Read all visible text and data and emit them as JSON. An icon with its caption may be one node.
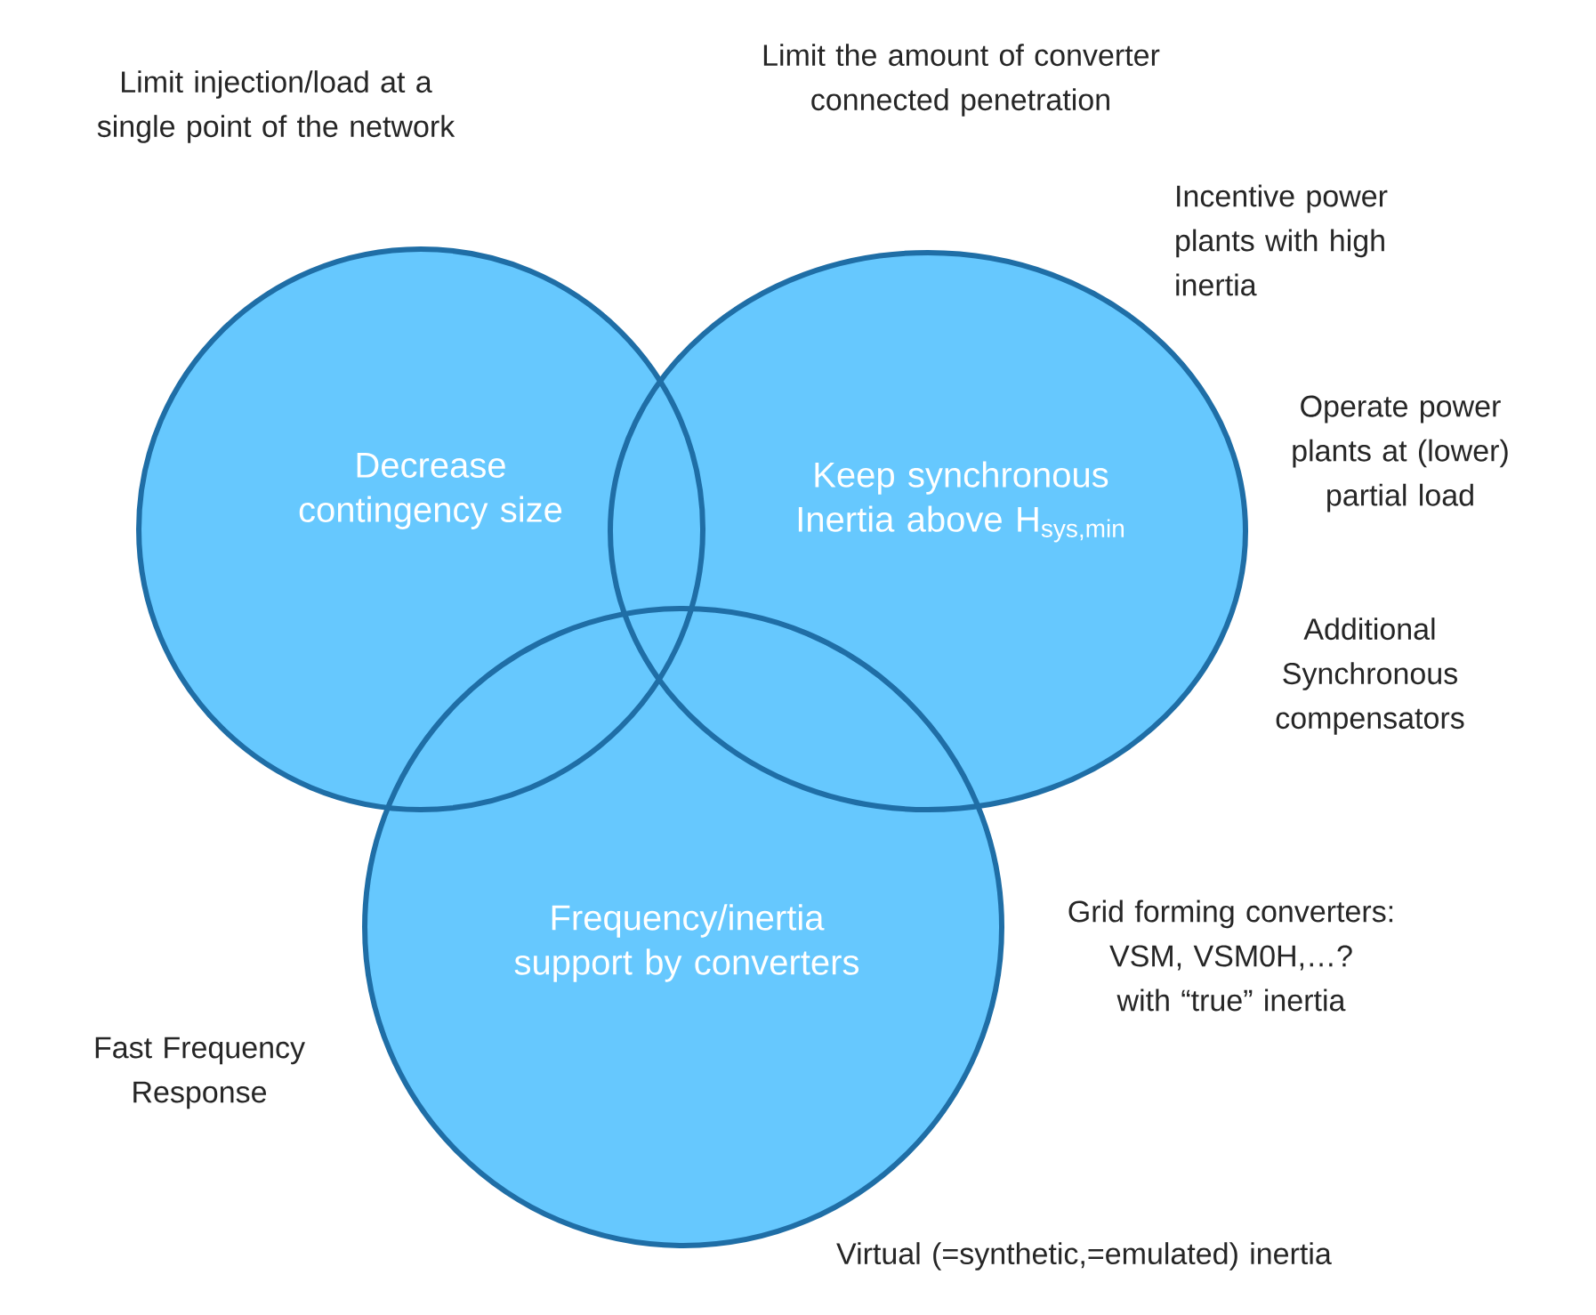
{
  "diagram": {
    "nodes": [
      {
        "text": [
          "Decrease contingency size"
        ]
      },
      {
        "text": [
          "Keep synchronous Inertia above H$_{sys,min}$"
        ]
      },
      {
        "text": [
          "Frequency/inertia support by converters"
        ]
      }
    ],
    "labels": [
      "Limit injection/load at a single point of the network",
      "Limit the amount of converter connected penetration",
      "Incentive power plants with high inertia",
      "Operate power plants at (lower) partial load",
      "Additional Synchronous compensators",
      "Grid forming converters: VSM, VSM0H,…? with “true” inertia",
      "Fast Frequency Response",
      "Virtual (=synthetic,=emulated) inertia"
    ]
  }
}
